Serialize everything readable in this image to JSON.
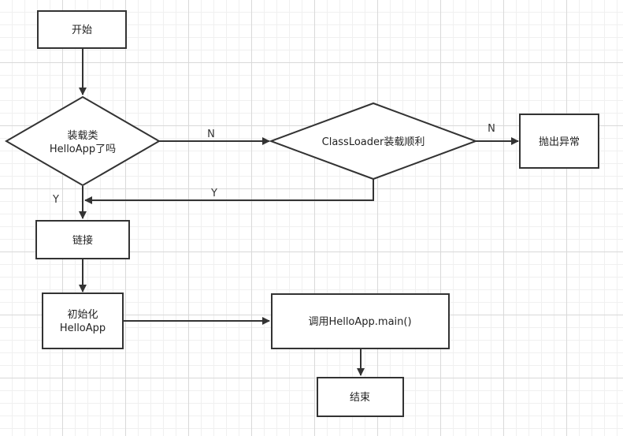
{
  "nodes": {
    "start": "开始",
    "decision_loaded_line1": "装载类",
    "decision_loaded_line2": "HelloApp了吗",
    "decision_classloader": "ClassLoader装载顺利",
    "throw": "抛出异常",
    "link": "链接",
    "init_line1": "初始化",
    "init_line2": "HelloApp",
    "call_main": "调用HelloApp.main()",
    "end": "结束"
  },
  "edge_labels": {
    "loaded_no": "N",
    "classloader_no": "N",
    "loaded_yes": "Y",
    "classloader_yes": "Y"
  }
}
